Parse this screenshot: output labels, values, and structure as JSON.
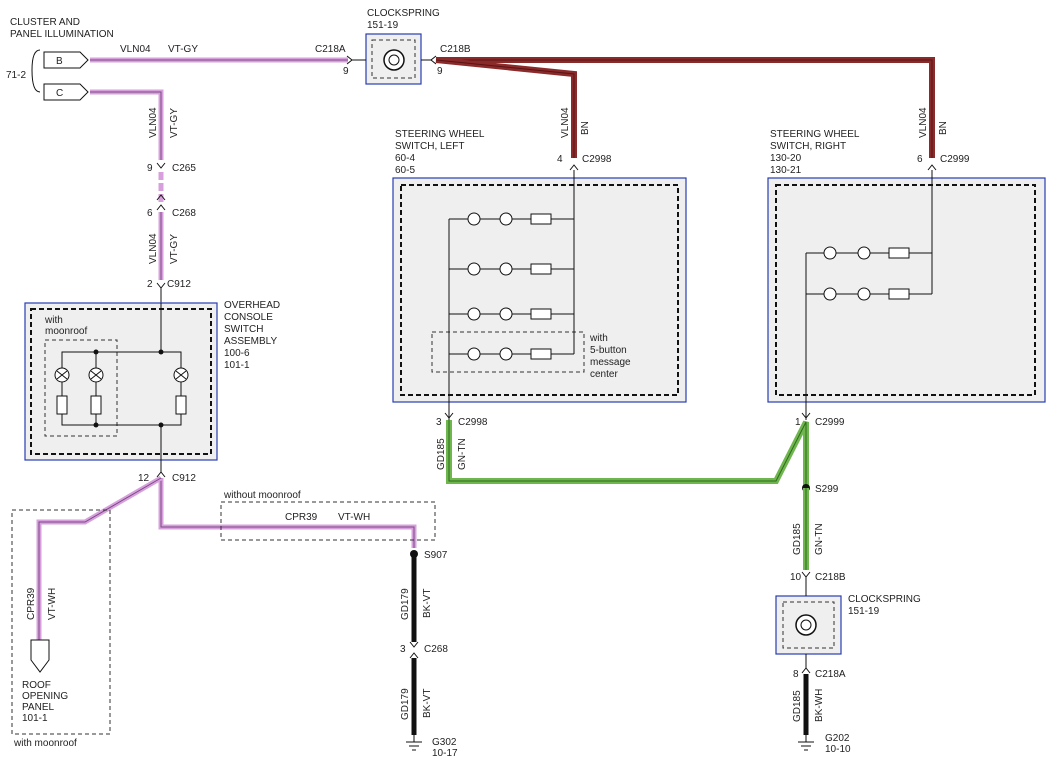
{
  "labels": {
    "cluster_title_1": "CLUSTER AND",
    "cluster_title_2": "PANEL ILLUMINATION",
    "cluster_ref": "71-2",
    "pin_b": "B",
    "pin_c": "C",
    "clockspring_top_title": "CLOCKSPRING",
    "clockspring_top_ref": "151-19",
    "clockspring_bottom_title": "CLOCKSPRING",
    "clockspring_bottom_ref": "151-19",
    "sw_left_title_1": "STEERING WHEEL",
    "sw_left_title_2": "SWITCH, LEFT",
    "sw_left_ref_1": "60-4",
    "sw_left_ref_2": "60-5",
    "sw_right_title_1": "STEERING WHEEL",
    "sw_right_title_2": "SWITCH, RIGHT",
    "sw_right_ref_1": "130-20",
    "sw_right_ref_2": "130-21",
    "five_button_1": "with",
    "five_button_2": "5-button",
    "five_button_3": "message",
    "five_button_4": "center",
    "overhead_1": "OVERHEAD",
    "overhead_2": "CONSOLE",
    "overhead_3": "SWITCH",
    "overhead_4": "ASSEMBLY",
    "overhead_ref_1": "100-6",
    "overhead_ref_2": "101-1",
    "with_moonroof_1": "with",
    "with_moonroof_2": "moonroof",
    "without_moonroof": "without moonroof",
    "with_moonroof_bottom": "with moonroof",
    "roof_1": "ROOF",
    "roof_2": "OPENING",
    "roof_3": "PANEL",
    "roof_ref": "101-1"
  },
  "wires": {
    "vln04": "VLN04",
    "vt_gy": "VT-GY",
    "bn": "BN",
    "gd185": "GD185",
    "gn_tn": "GN-TN",
    "cpr39": "CPR39",
    "vt_wh": "VT-WH",
    "gd179": "GD179",
    "bk_vt": "BK-VT",
    "bk_wh": "BK-WH"
  },
  "connectors": {
    "c218a": "C218A",
    "c218b": "C218B",
    "c265": "C265",
    "c268": "C268",
    "c912": "C912",
    "c2998": "C2998",
    "c2999": "C2999",
    "s299": "S299",
    "s907": "S907",
    "g302": "G302",
    "g302_ref": "10-17",
    "g202": "G202",
    "g202_ref": "10-10"
  },
  "pins": {
    "p9": "9",
    "p6": "6",
    "p2": "2",
    "p12": "12",
    "p4": "4",
    "p3": "3",
    "p1": "1",
    "p10": "10",
    "p8": "8"
  },
  "colors": {
    "violet": "#d7a0dc",
    "brown": "#8b2a2a",
    "green": "#6fb64e",
    "black": "#111111",
    "module_border": "#2a3eb1"
  }
}
